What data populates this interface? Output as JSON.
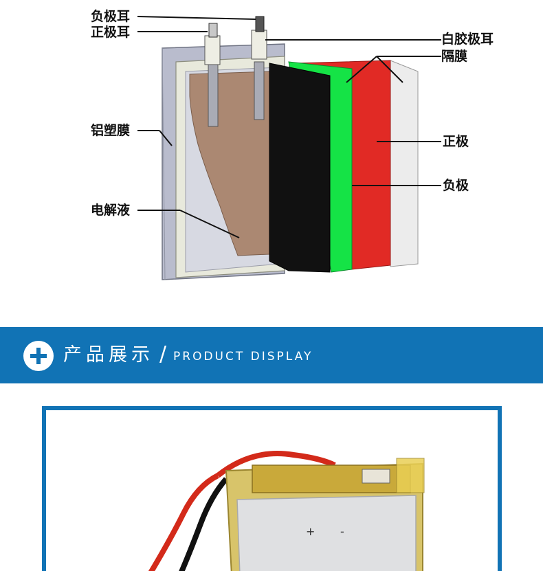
{
  "diagram": {
    "labels": {
      "negative_tab": "负极耳",
      "positive_tab": "正极耳",
      "white_glue_tab": "白胶极耳",
      "separator": "隔膜",
      "aluminum_plastic_film": "铝塑膜",
      "positive_electrode": "正极",
      "negative_electrode": "负极",
      "electrolyte": "电解液"
    },
    "colors": {
      "casing": "#b9bccd",
      "frame": "#e8e9dc",
      "electrolyte": "#ab8872",
      "black_layer": "#111111",
      "green_layer": "#15e346",
      "red_layer": "#e12a25",
      "separator_layer": "#ececec"
    }
  },
  "banner": {
    "title": "产品展示",
    "slash": "/",
    "subtitle": "PRODUCT DISPLAY",
    "plus_icon": "plus-icon",
    "background": "#1173b5"
  },
  "photo": {
    "markings": [
      "+",
      "-"
    ]
  }
}
